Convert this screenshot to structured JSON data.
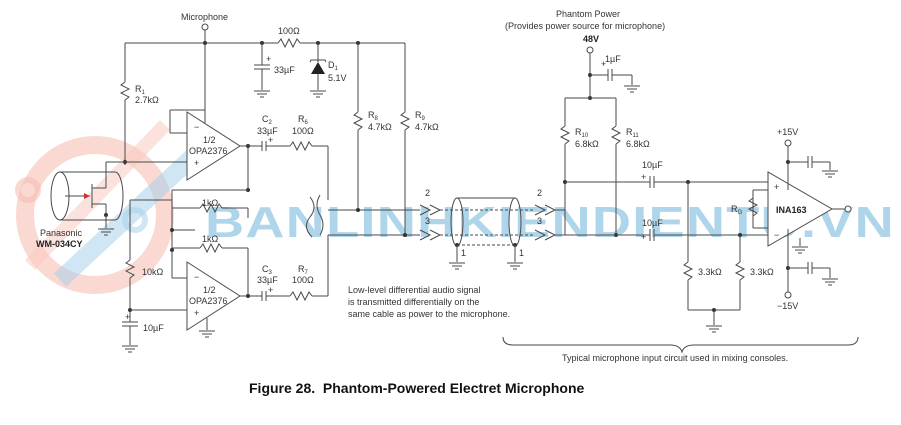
{
  "figure": {
    "caption": "Figure 28.  Phantom-Powered Electret Microphone"
  },
  "labels": {
    "microphone": "Microphone",
    "r_top": "100Ω",
    "c_top": "33µF",
    "d1_name": "D",
    "d1_sub": "1",
    "d1_value": "5.1V",
    "r1_name": "R",
    "r1_sub": "1",
    "r1_value": "2.7kΩ",
    "opamp_half": "1/2",
    "opamp_part": "OPA2376",
    "c2_name": "C",
    "c2_sub": "2",
    "c2_value": "33µF",
    "r6_name": "R",
    "r6_sub": "6",
    "r6_value": "100Ω",
    "c3_name": "C",
    "c3_sub": "3",
    "c3_value": "33µF",
    "r7_name": "R",
    "r7_sub": "7",
    "r7_value": "100Ω",
    "r8_name": "R",
    "r8_sub": "8",
    "r8_value": "4.7kΩ",
    "r9_name": "R",
    "r9_sub": "9",
    "r9_value": "4.7kΩ",
    "fb_r1": "1kΩ",
    "fb_r2": "1kΩ",
    "bias_r": "10kΩ",
    "bias_c": "10µF",
    "mic_maker": "Panasonic",
    "mic_model": "WM-034CY",
    "pin2": "2",
    "pin3": "3",
    "pin1": "1",
    "cable_note_1": "Low-level differential audio signal",
    "cable_note_2": "is transmitted differentially on the",
    "cable_note_3": "same cable as power to the microphone.",
    "phantom_title": "Phantom Power",
    "phantom_sub": "(Provides power source for microphone)",
    "phantom_v": "48V",
    "phantom_c": "1µF",
    "r10_name": "R",
    "r10_sub": "10",
    "r10_value": "6.8kΩ",
    "r11_name": "R",
    "r11_sub": "11",
    "r11_value": "6.8kΩ",
    "in_c1": "10µF",
    "in_c2": "10µF",
    "rg_name": "R",
    "rg_sub": "G",
    "ina_part": "INA163",
    "vpos": "+15V",
    "vneg": "−15V",
    "pull_r1": "3.3kΩ",
    "pull_r2": "3.3kΩ",
    "plus": "+",
    "minus": "−",
    "console_note": "Typical microphone input circuit used in mixing consoles."
  },
  "watermark": {
    "text": "BANLINHKIENDIENTU.VN",
    "colors": {
      "blue": "#6fb3dc",
      "red": "#f08a7a"
    }
  }
}
